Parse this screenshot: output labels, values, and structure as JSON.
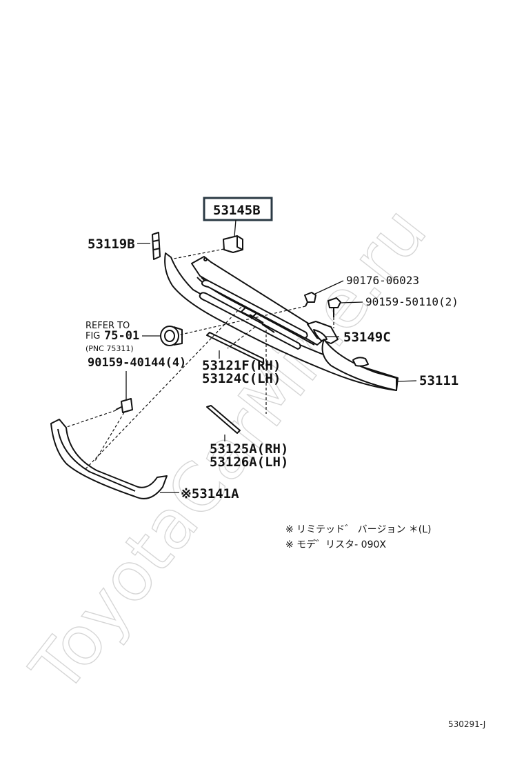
{
  "watermark": "ToyotaCarMine.ru",
  "callouts": {
    "highlighted": "53145B",
    "p53119B": "53119B",
    "refer_line1": "REFER TO",
    "refer_line2": "FIG",
    "refer_fig": "75-01",
    "refer_pnc": "(PNC 75311)",
    "p90176": "90176-06023",
    "p90159_50110": "90159-50110(2)",
    "p53149C": "53149C",
    "p90159_40144": "90159-40144(4)",
    "p53121F": "53121F(RH)",
    "p53124C": "53124C(LH)",
    "p53111": "53111",
    "p53125A": "53125A(RH)",
    "p53126A": "53126A(LH)",
    "p53141A": "※53141A"
  },
  "notes": [
    "※  リミテッド゛  バージョン  ＊(L)",
    "※  モデ゛リスタ- 090X"
  ],
  "figure_code": "530291-J"
}
